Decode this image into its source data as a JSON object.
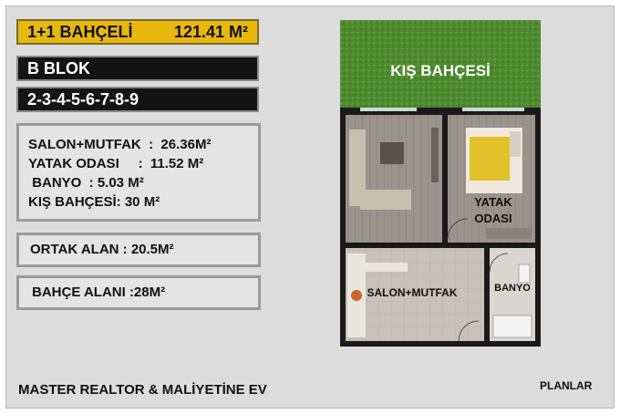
{
  "unit": {
    "type_label": "1+1 BAHÇELİ",
    "total_area": "121.41 M²",
    "block": "B BLOK",
    "floors": "2-3-4-5-6-7-8-9"
  },
  "areas": [
    {
      "text": "SALON+MUTFAK  :  26.36M²"
    },
    {
      "text": "YATAK ODASI     :  11.52 M²"
    },
    {
      "text": " BANYO  : 5.03 M²"
    },
    {
      "text": "KIŞ BAHÇESİ: 30 M²"
    }
  ],
  "common_area": "ORTAK ALAN  : 20.5M²",
  "garden_area": "BAHÇE  ALANI  :28M²",
  "plan_labels": {
    "winter_garden": "KIŞ BAHÇESİ",
    "bedroom_line1": "YATAK",
    "bedroom_line2": "ODASI",
    "living_kitchen": "SALON+MUTFAK",
    "bathroom": "BANYO"
  },
  "footer": {
    "company": "MASTER REALTOR & MALİYETİNE EV",
    "section": "PLANLAR"
  },
  "colors": {
    "title_bar": "#e8b80d",
    "dark_bar": "#141414",
    "grass": "#4e8a2f",
    "floor": "#bdb3a6",
    "wall": "#1a1a1a"
  }
}
